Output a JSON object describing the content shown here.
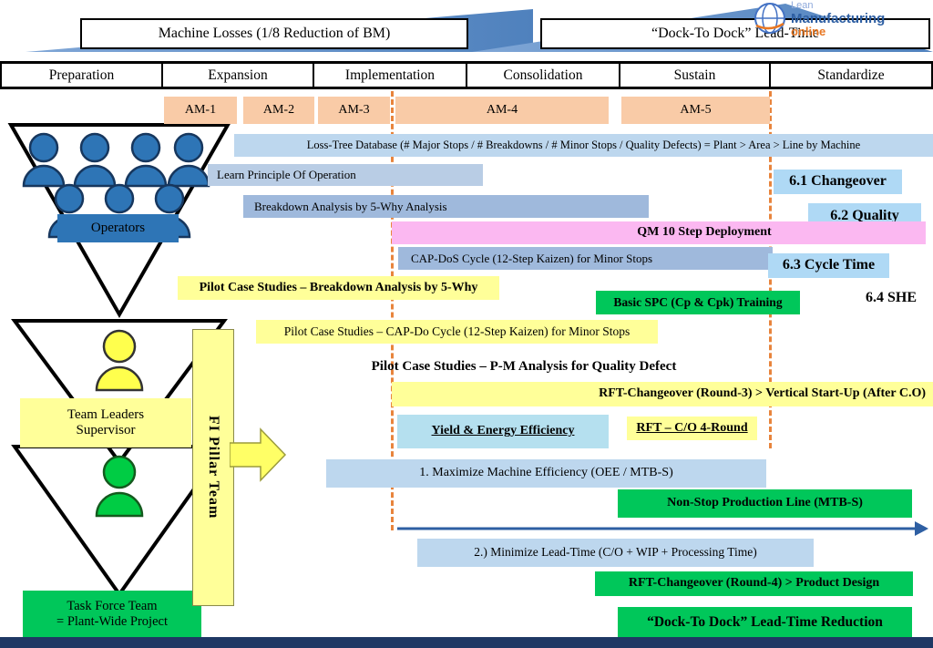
{
  "banners": {
    "left": "Machine Losses (1/8 Reduction of  BM)",
    "right": "“Dock-To Dock” Lead-Time"
  },
  "logo": {
    "line1": "Lean",
    "line2": "Manufacturing",
    "line3": "online"
  },
  "phases": [
    "Preparation",
    "Expansion",
    "Implementation",
    "Consolidation",
    "Sustain",
    "Standardize"
  ],
  "am_steps": [
    "AM-1",
    "AM-2",
    "AM-3",
    "AM-4",
    "AM-5"
  ],
  "bars": {
    "loss_tree": "Loss-Tree Database (# Major Stops / # Breakdowns / # Minor Stops / Quality Defects) = Plant > Area > Line by Machine",
    "learn_principle": "Learn Principle Of Operation",
    "changeover_61": "6.1 Changeover",
    "breakdown_analysis": "Breakdown Analysis by 5-Why Analysis",
    "quality_62": "6.2 Quality",
    "qm_deployment": "QM 10 Step Deployment",
    "cap_dos": "CAP-DoS Cycle (12-Step Kaizen) for Minor Stops",
    "cycle_time_63": "6.3 Cycle Time",
    "pilot_5why": "Pilot Case Studies – Breakdown Analysis by 5-Why",
    "basic_spc": "Basic SPC (Cp & Cpk) Training",
    "she_64": "6.4 SHE",
    "pilot_capdo": "Pilot Case Studies – CAP-Do Cycle (12-Step Kaizen) for Minor Stops",
    "pilot_pm": "Pilot Case Studies – P-M Analysis for Quality Defect",
    "rft_round3": "RFT-Changeover (Round-3) > Vertical Start-Up (After C.O)",
    "yield_energy": "Yield & Energy Efficiency",
    "rft_co_4round": "RFT – C/O 4-Round",
    "maximize_oee": "1. Maximize Machine Efficiency (OEE / MTB-S)",
    "nonstop_line": "Non-Stop Production Line (MTB-S)",
    "minimize_leadtime": "2.)  Minimize Lead-Time (C/O + WIP + Processing Time)",
    "rft_round4": "RFT-Changeover (Round-4) > Product Design",
    "dock_reduction": "“Dock-To Dock” Lead-Time Reduction"
  },
  "hierarchy": {
    "operators": "Operators",
    "team_leaders_line1": "Team Leaders",
    "team_leaders_line2": "Supervisor",
    "task_force_line1": "Task Force Team",
    "task_force_line2": "= Plant-Wide Project",
    "fi_pillar": "FI Pillar Team"
  },
  "colors": {
    "am_box": "#F9CBA7",
    "light_blue": "#BDD7EE",
    "medium_blue": "#9FB9DC",
    "pale_blue": "#B9CDE5",
    "sky_blue": "#AFD9F5",
    "pink": "#FBB8F1",
    "yellow": "#FFFF99",
    "green": "#00C75A",
    "navy": "#1F3864",
    "dash_orange": "#E8843C",
    "wedge_blue": "#4F81BD",
    "operator_blue": "#2E75B6"
  }
}
